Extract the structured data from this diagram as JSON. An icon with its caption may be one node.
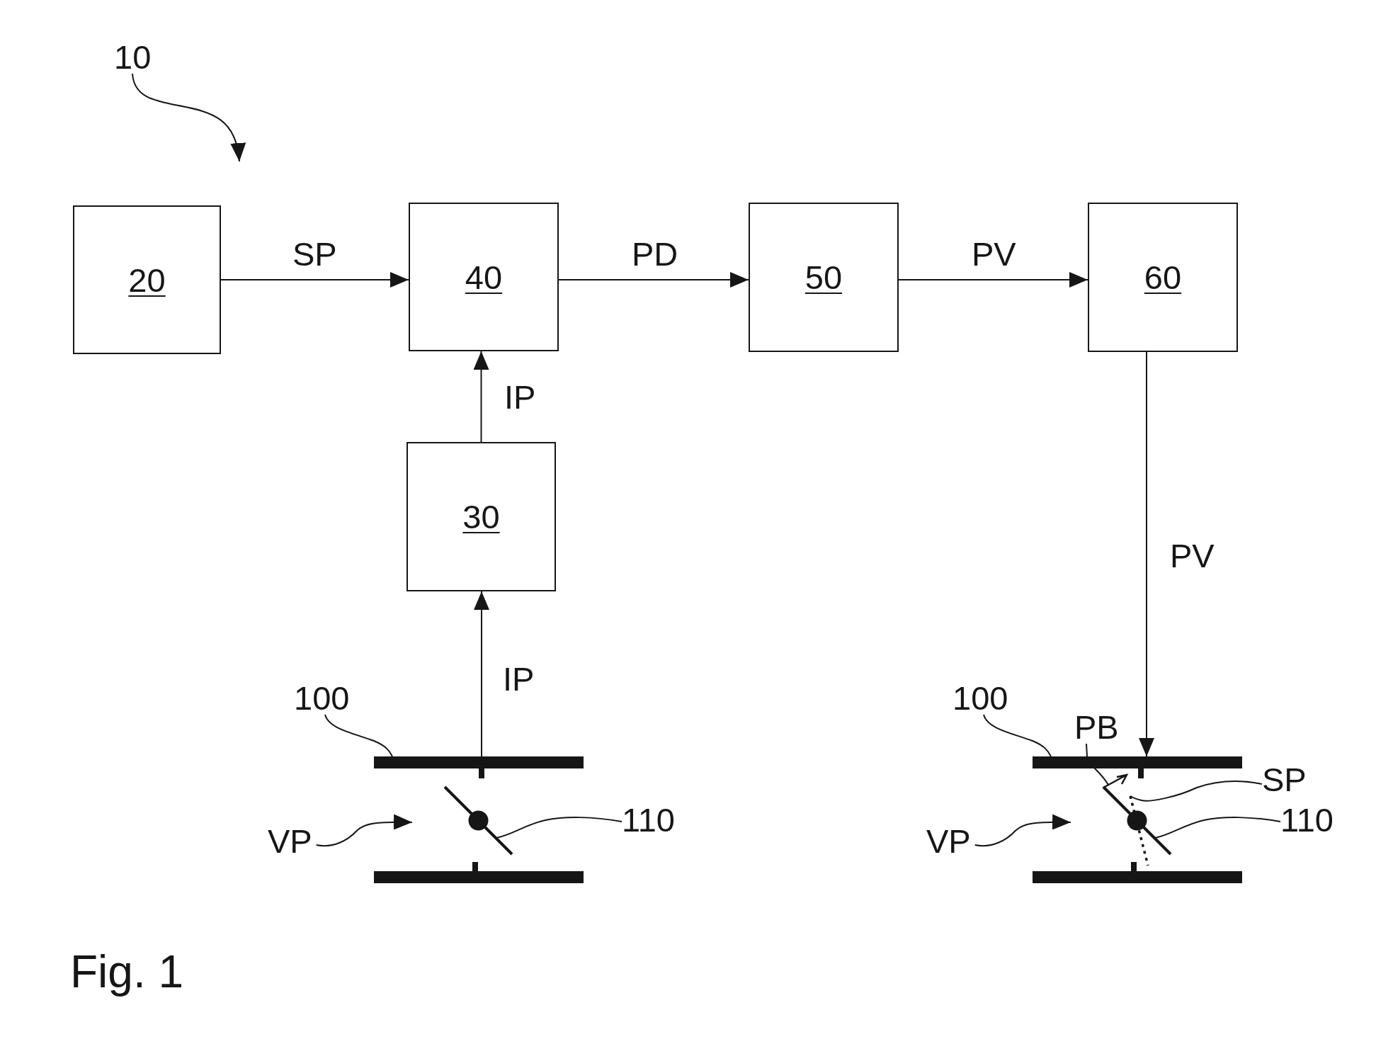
{
  "diagram": {
    "caption": "Fig. 1",
    "nodes": [
      {
        "text": [
          "10"
        ]
      },
      {
        "text": [
          "20"
        ]
      },
      {
        "text": [
          "40"
        ]
      },
      {
        "text": [
          "50"
        ]
      },
      {
        "text": [
          "60"
        ]
      },
      {
        "text": [
          "30"
        ]
      },
      {
        "text": [
          "100"
        ]
      },
      {
        "text": [],
        "shape": "bar"
      },
      {
        "text": [
          "VP"
        ]
      },
      {
        "text": [],
        "shape": "bar"
      },
      {
        "text": [
          "110"
        ]
      },
      {
        "text": [
          "100"
        ]
      },
      {
        "text": [
          "PB"
        ]
      },
      {
        "text": [],
        "shape": "bar"
      },
      {
        "text": [],
        "shape": "arrow"
      },
      {
        "text": [
          "SP"
        ]
      },
      {
        "text": [],
        "shape": "line"
      },
      {
        "text": [
          "VP"
        ]
      },
      {
        "text": [],
        "shape": "bar"
      },
      {
        "text": [
          "110"
        ]
      },
      {
        "text": [],
        "shape": "bar"
      },
      {
        "text": [],
        "shape": "bar"
      }
    ],
    "edges": [
      {
        "from": 0,
        "to": null,
        "arrow": "to"
      },
      {
        "from": 1,
        "to": 2,
        "arrow": "to",
        "label": "SP"
      },
      {
        "from": 2,
        "to": 3,
        "arrow": "to",
        "label": "PD"
      },
      {
        "from": 3,
        "to": 4,
        "arrow": "to",
        "label": "PV"
      },
      {
        "from": 5,
        "to": 2,
        "arrow": "to",
        "label": "IP"
      },
      {
        "from": 7,
        "to": 5,
        "arrow": "to",
        "label": "IP"
      },
      {
        "from": 4,
        "to": 13,
        "arrow": "to",
        "label": "PV"
      },
      {
        "from": 6,
        "to": 7,
        "arrow": "none"
      },
      {
        "from": 8,
        "to": 9,
        "arrow": "to"
      },
      {
        "from": 10,
        "to": 9,
        "arrow": "none"
      },
      {
        "from": 11,
        "to": 13,
        "arrow": "none"
      },
      {
        "from": 12,
        "to": 14,
        "arrow": "none"
      },
      {
        "from": 15,
        "to": 16,
        "arrow": "none"
      },
      {
        "from": 17,
        "to": 18,
        "arrow": "to"
      },
      {
        "from": 19,
        "to": 18,
        "arrow": "none"
      }
    ]
  }
}
